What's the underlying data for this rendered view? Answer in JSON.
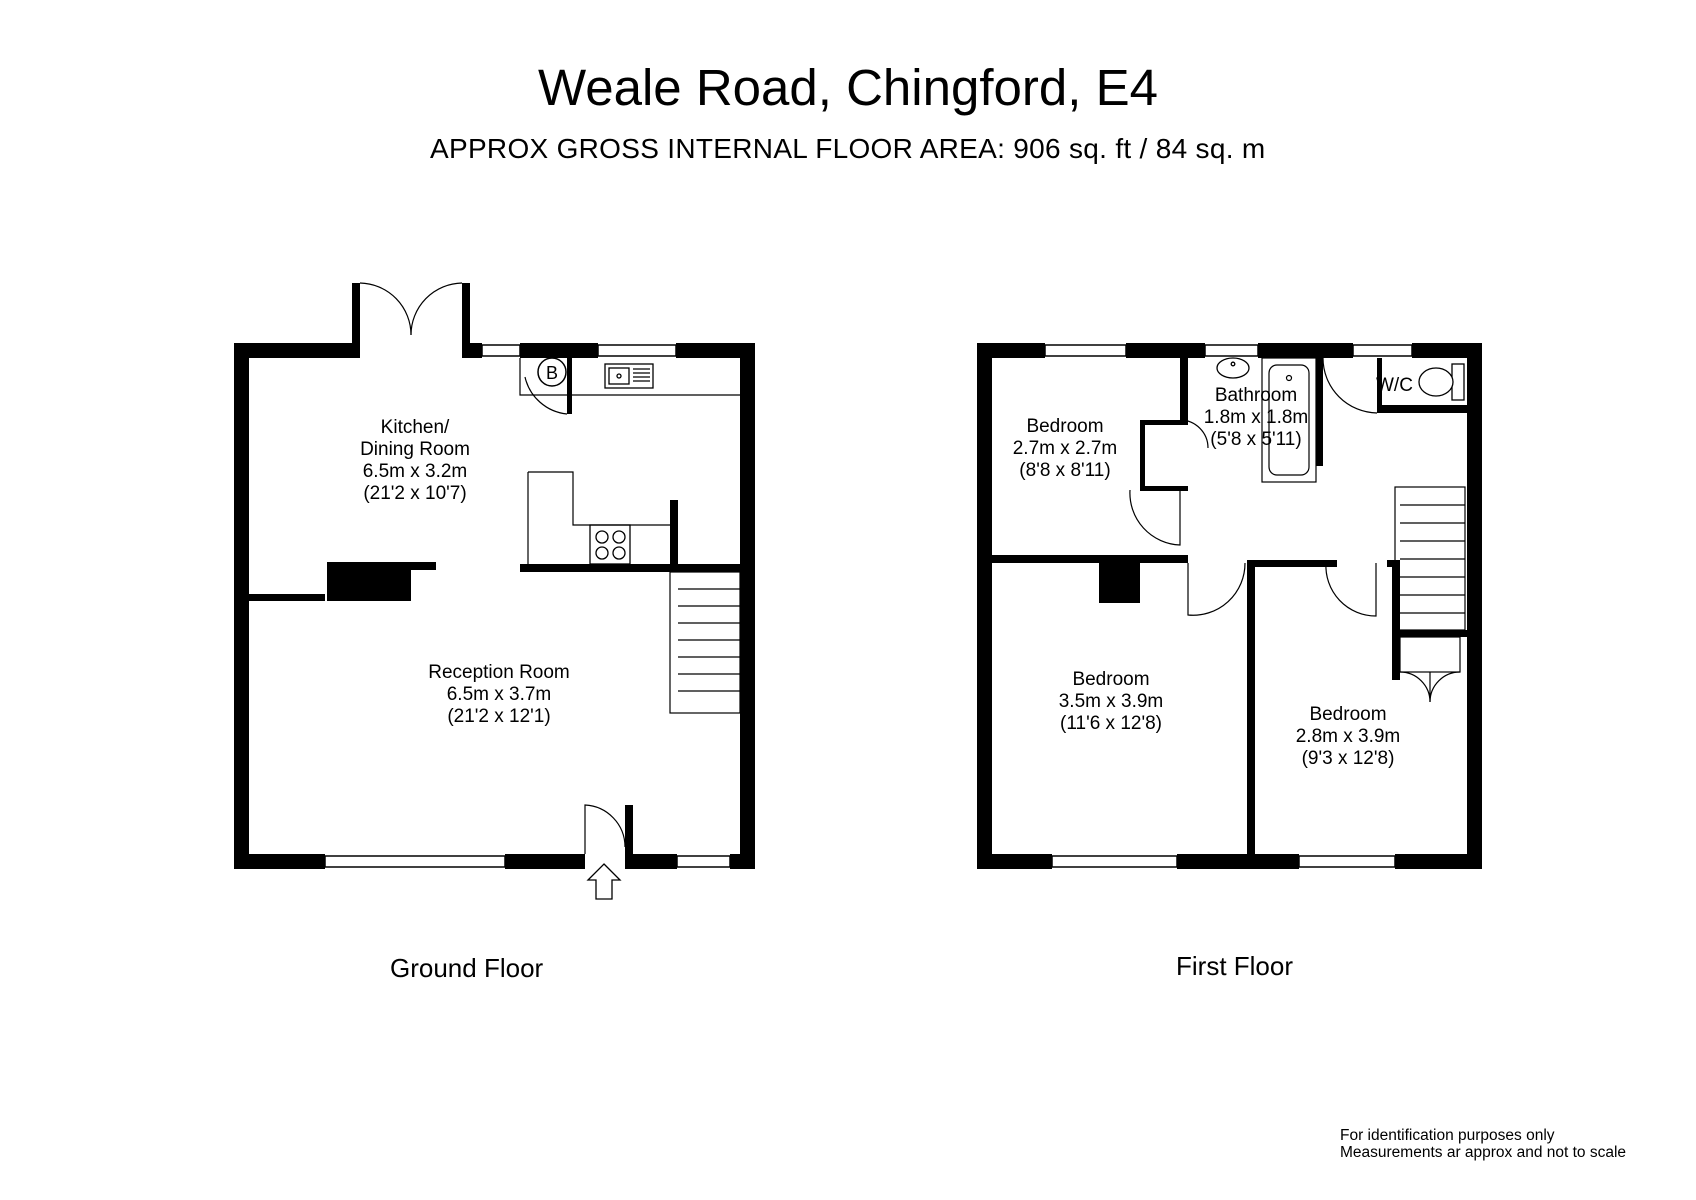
{
  "title": "Weale Road, Chingford, E4",
  "subtitle": "APPROX GROSS INTERNAL FLOOR AREA:  906 sq. ft / 84 sq. m",
  "floors": {
    "ground": {
      "label": "Ground Floor",
      "rooms": {
        "kitchen": {
          "name_1": "Kitchen/",
          "name_2": "Dining Room",
          "metric": "6.5m x 3.2m",
          "imperial": "(21'2 x 10'7)"
        },
        "reception": {
          "name": "Reception Room",
          "metric": "6.5m x 3.7m",
          "imperial": "(21'2 x 12'1)"
        }
      },
      "boiler_symbol": "B"
    },
    "first": {
      "label": "First Floor",
      "rooms": {
        "bedroom_small": {
          "name": "Bedroom",
          "metric": "2.7m x 2.7m",
          "imperial": "(8'8 x 8'11)"
        },
        "bathroom": {
          "name": "Bathroom",
          "metric": "1.8m x 1.8m",
          "imperial": "(5'8 x 5'11)"
        },
        "wc": {
          "name": "W/C"
        },
        "bedroom_main": {
          "name": "Bedroom",
          "metric": "3.5m x 3.9m",
          "imperial": "(11'6 x 12'8)"
        },
        "bedroom_third": {
          "name": "Bedroom",
          "metric": "2.8m x 3.9m",
          "imperial": "(9'3 x 12'8)"
        }
      }
    }
  },
  "disclaimer": {
    "line_1": "For identification purposes only",
    "line_2": "Measurements ar approx and not to scale"
  },
  "colors": {
    "wall": "#000000",
    "background": "#ffffff",
    "fixture_stroke": "#000000"
  },
  "icons": [
    "boiler-icon",
    "sink-icon",
    "hob-icon",
    "entrance-arrow-icon",
    "toilet-icon",
    "bath-icon",
    "basin-icon"
  ]
}
